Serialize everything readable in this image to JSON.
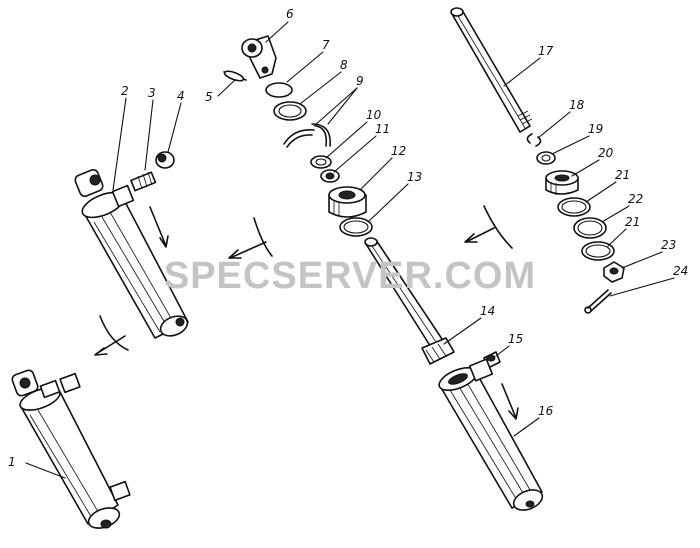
{
  "watermark": {
    "text": "SPECSERVER.COM",
    "color": "#c4c4c4"
  },
  "callouts": [
    {
      "id": "c1",
      "label": "1"
    },
    {
      "id": "c2",
      "label": "2"
    },
    {
      "id": "c3",
      "label": "3"
    },
    {
      "id": "c4",
      "label": "4"
    },
    {
      "id": "c5",
      "label": "5"
    },
    {
      "id": "c6",
      "label": "6"
    },
    {
      "id": "c7",
      "label": "7"
    },
    {
      "id": "c8",
      "label": "8"
    },
    {
      "id": "c9",
      "label": "9"
    },
    {
      "id": "c10",
      "label": "10"
    },
    {
      "id": "c11",
      "label": "11"
    },
    {
      "id": "c12",
      "label": "12"
    },
    {
      "id": "c13",
      "label": "13"
    },
    {
      "id": "c14",
      "label": "14"
    },
    {
      "id": "c15",
      "label": "15"
    },
    {
      "id": "c16",
      "label": "16"
    },
    {
      "id": "c17",
      "label": "17"
    },
    {
      "id": "c18",
      "label": "18"
    },
    {
      "id": "c19",
      "label": "19"
    },
    {
      "id": "c20",
      "label": "20"
    },
    {
      "id": "c21a",
      "label": "21"
    },
    {
      "id": "c22",
      "label": "22"
    },
    {
      "id": "c21b",
      "label": "21"
    },
    {
      "id": "c23",
      "label": "23"
    },
    {
      "id": "c24",
      "label": "24"
    }
  ]
}
